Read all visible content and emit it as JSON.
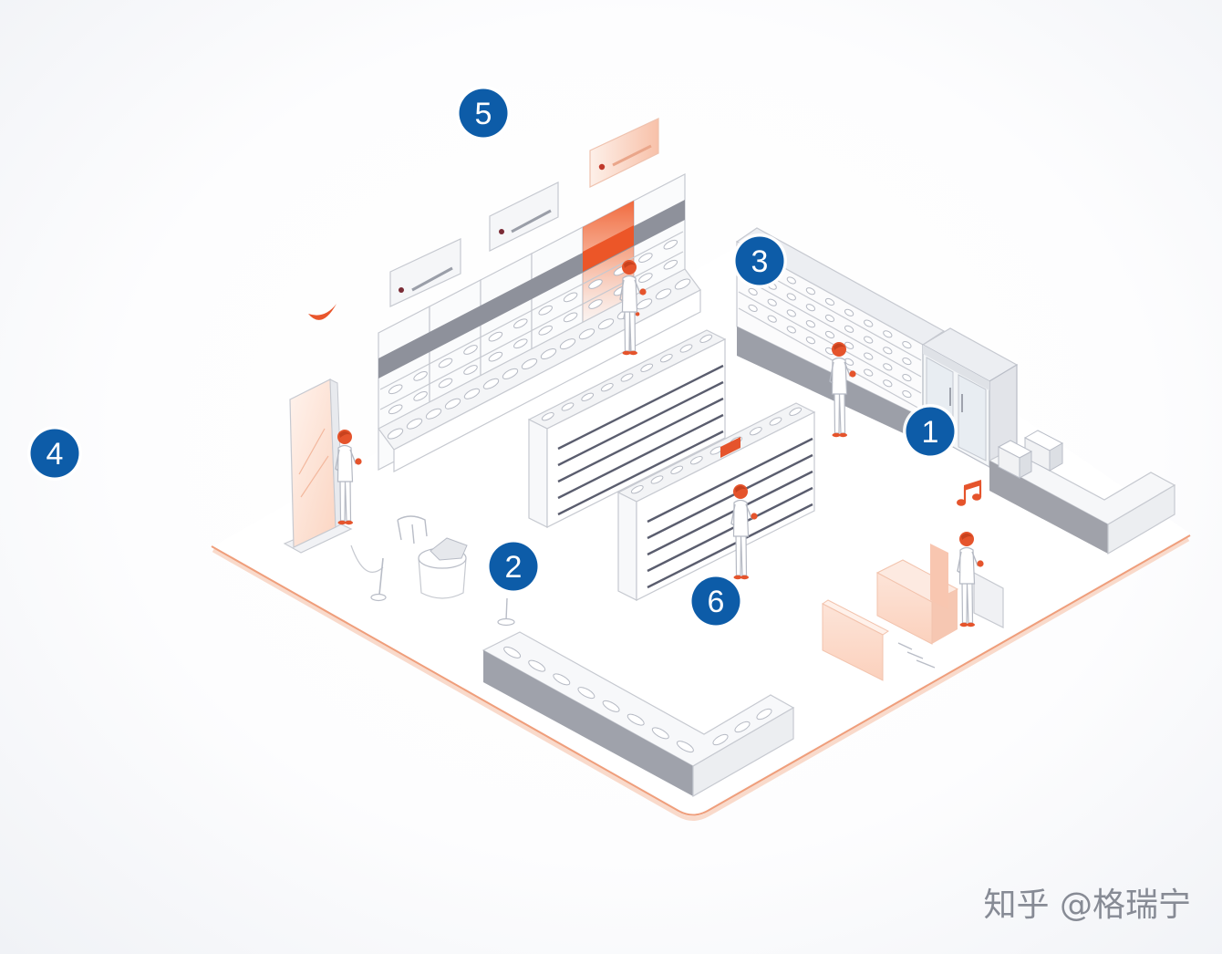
{
  "markers": [
    "1",
    "2",
    "3",
    "4",
    "5",
    "6"
  ],
  "watermark": "知乎 @格瑞宁",
  "colors": {
    "marker": "#0d5ca8",
    "accent": "#e8542c",
    "floor_edge": "#ef9e7b",
    "peach": "#fcd9c8"
  }
}
